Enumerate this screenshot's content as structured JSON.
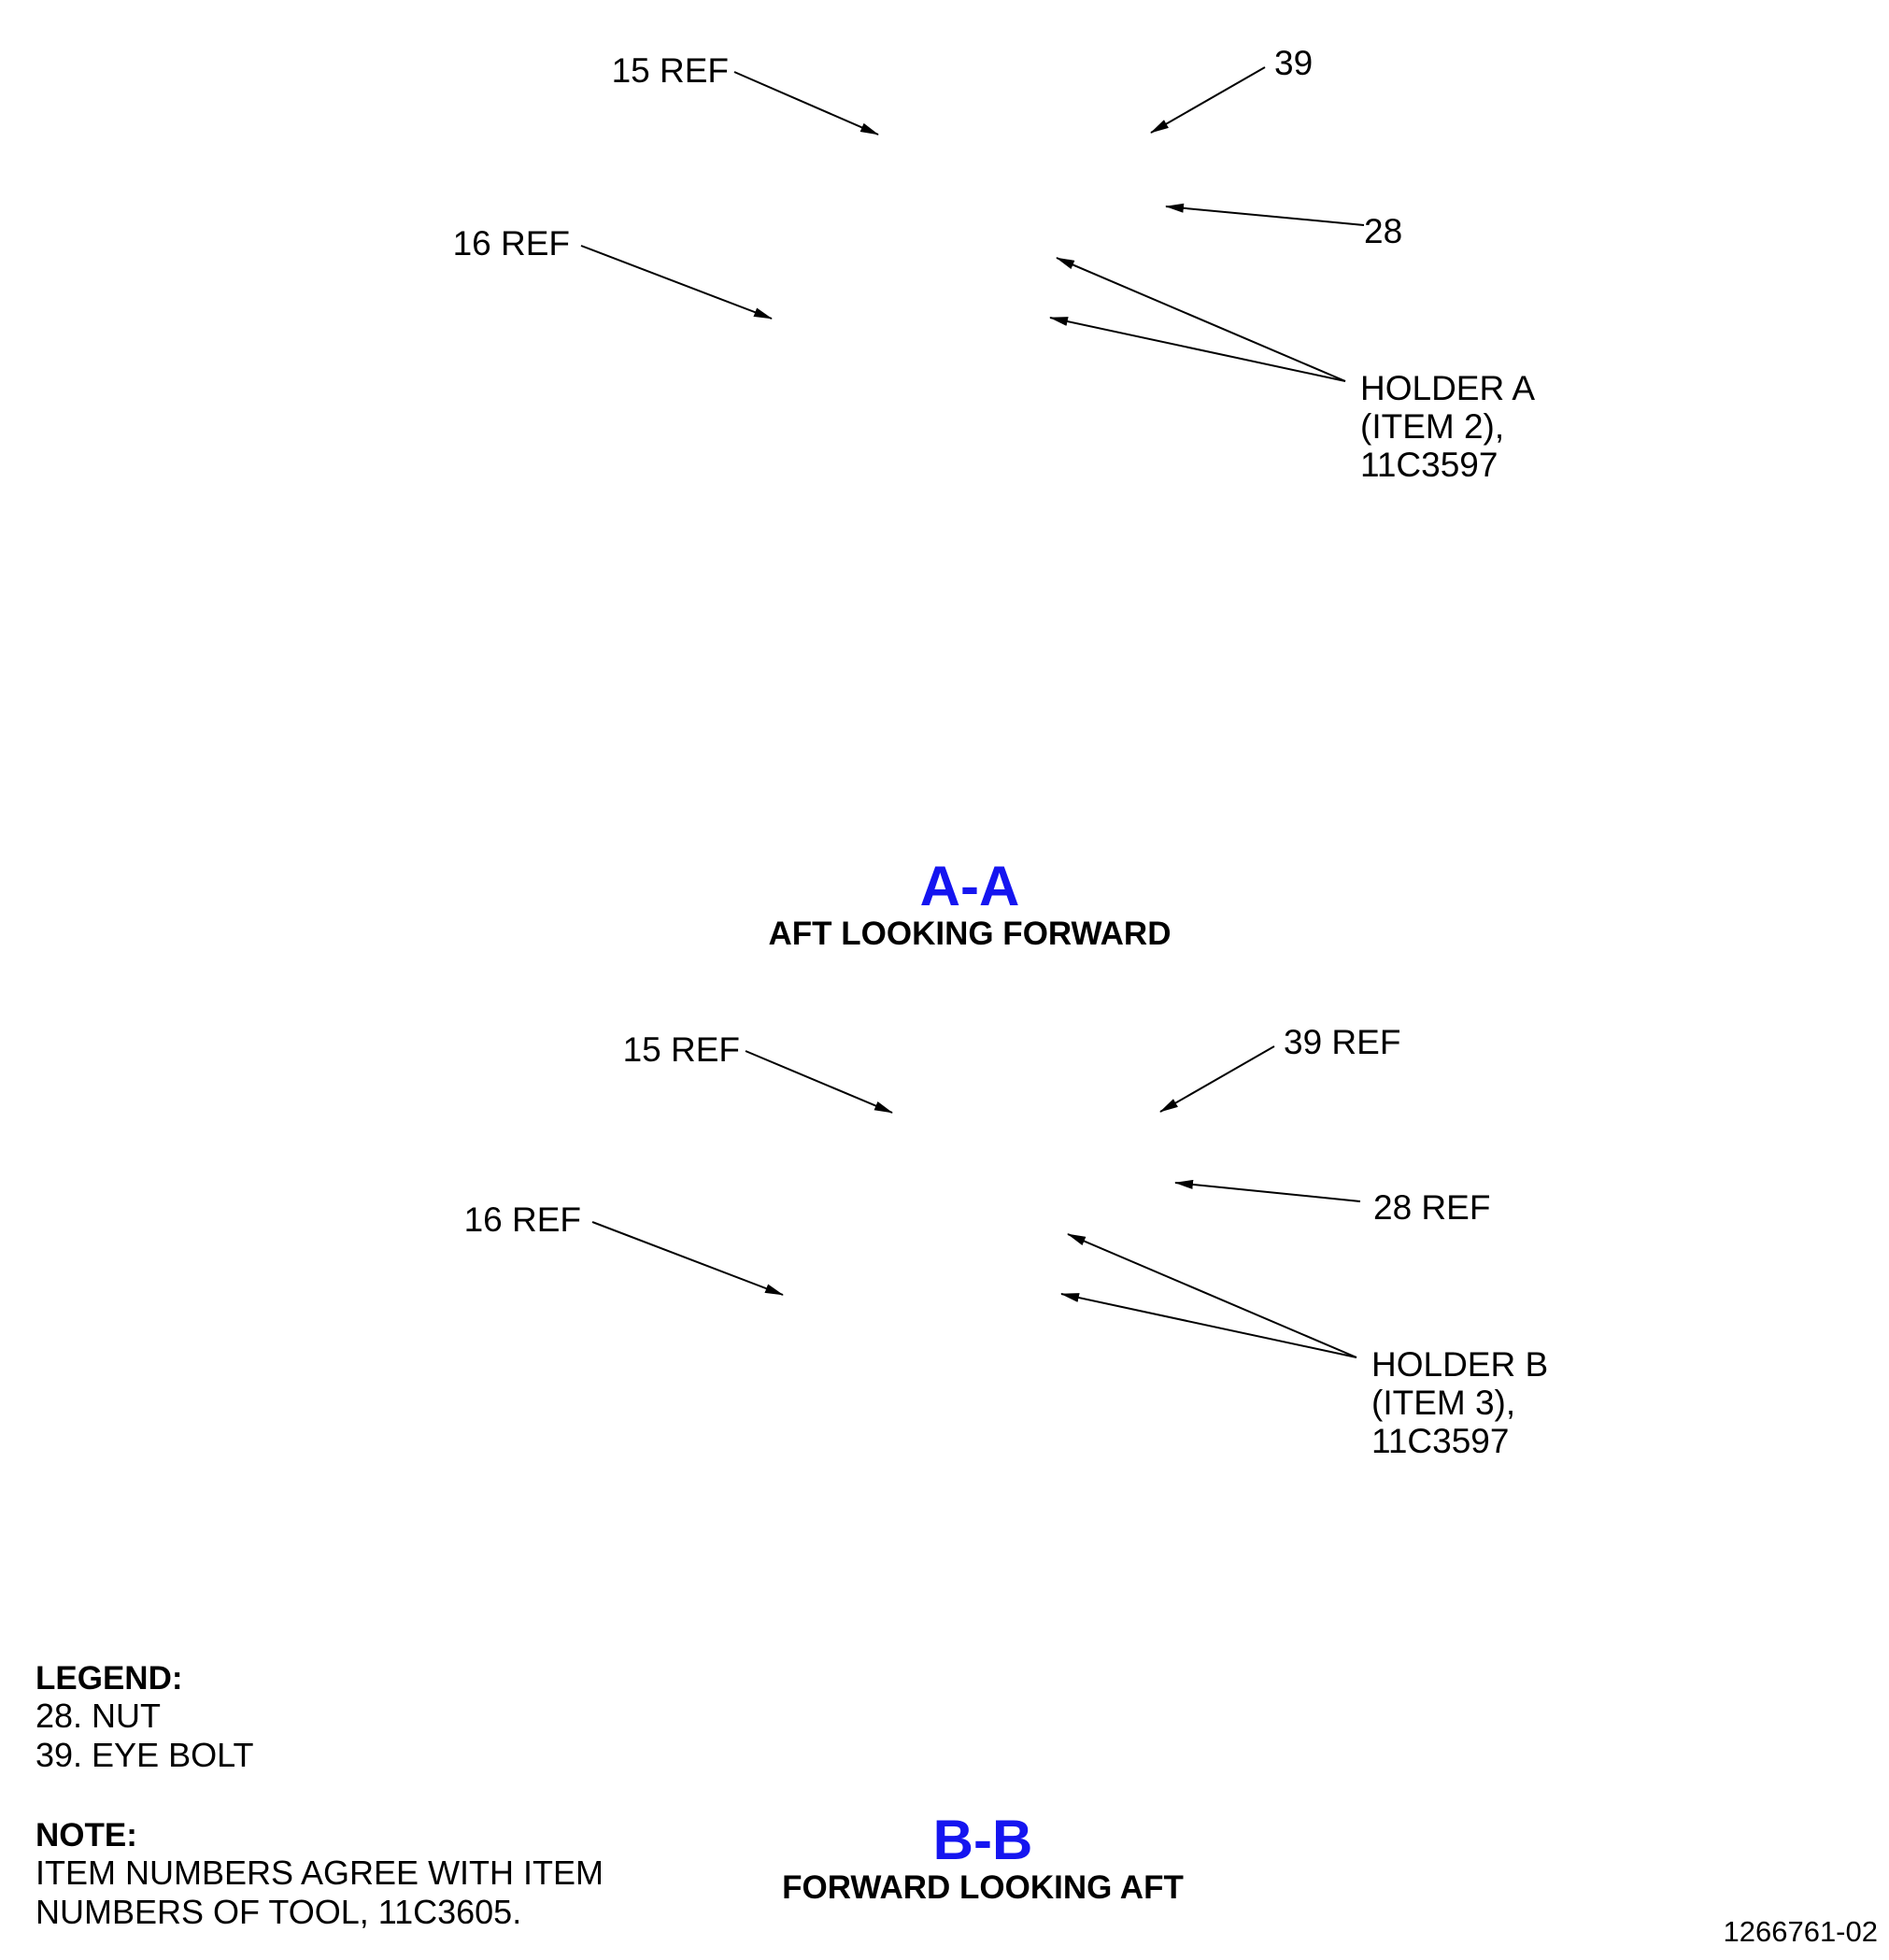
{
  "views": [
    {
      "title": "A-A",
      "subtitle": "AFT LOOKING FORWARD",
      "callouts": {
        "top_left": "15 REF",
        "top_right": "39",
        "right_nut": "28",
        "left_pivot": "16 REF",
        "holder": [
          "HOLDER A",
          "(ITEM 2),",
          "11C3597"
        ]
      }
    },
    {
      "title": "B-B",
      "subtitle": "FORWARD LOOKING AFT",
      "callouts": {
        "top_left": "15 REF",
        "top_right": "39 REF",
        "right_nut": "28 REF",
        "left_pivot": "16 REF",
        "holder": [
          "HOLDER B",
          "(ITEM 3),",
          "11C3597"
        ]
      }
    }
  ],
  "legend": {
    "heading": "LEGEND:",
    "items": [
      "28. NUT",
      "39. EYE BOLT"
    ]
  },
  "note": {
    "heading": "NOTE:",
    "lines": [
      "ITEM NUMBERS AGREE WITH ITEM",
      "NUMBERS OF TOOL, 11C3605."
    ]
  },
  "figure_id": "1266761-02",
  "colors": {
    "part_fill": "#F7990A",
    "title_blue": "#1515F0"
  }
}
